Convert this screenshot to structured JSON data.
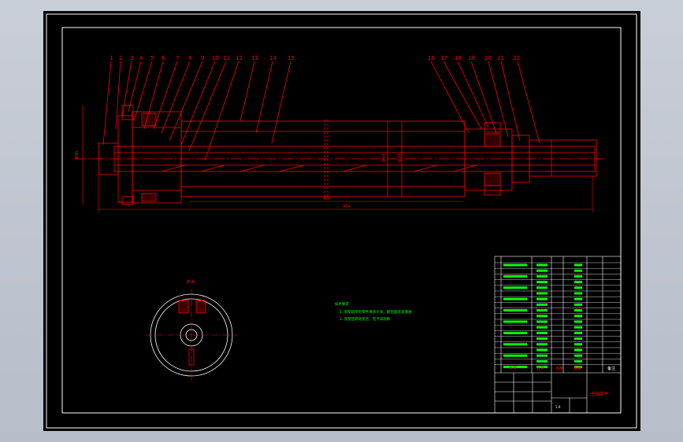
{
  "callouts": [
    "1",
    "2",
    "3",
    "4",
    "5",
    "6",
    "7",
    "8",
    "9",
    "10",
    "11",
    "12",
    "13",
    "14",
    "15",
    "16",
    "17",
    "18",
    "19",
    "20",
    "21",
    "22"
  ],
  "dimensions": {
    "overall_length": "904",
    "inner_length": "486",
    "height_left": "Φ90",
    "dia_center_1": "Φ70",
    "dia_center_2": "Φ70"
  },
  "section_label": "A-A",
  "notes": {
    "heading": "技术要求",
    "line1": "1. 装配前所有零件清洗干净，配合面涂润滑油",
    "line2": "2. 装配后转动灵活，无卡滞现象"
  },
  "title_block": {
    "drawing_title": "主轴部件",
    "bottom_labels": [
      "序号",
      "代号",
      "名称",
      "数量",
      "备注"
    ],
    "scale_label": "1:4"
  },
  "colors": {
    "frame": "#ffffff",
    "geometry": "#ff0000",
    "text_green": "#00ff00",
    "background": "#000000"
  }
}
